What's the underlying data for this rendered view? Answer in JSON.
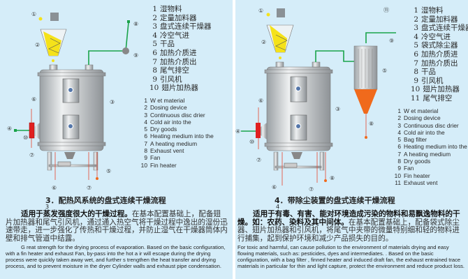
{
  "left": {
    "legend_cn": [
      {
        "n": "1",
        "t": "湿物料"
      },
      {
        "n": "2",
        "t": "定量加料器"
      },
      {
        "n": "3",
        "t": "盘式连续干燥器"
      },
      {
        "n": "4",
        "t": "冷空气进"
      },
      {
        "n": "5",
        "t": "干品"
      },
      {
        "n": "6",
        "t": "加热介质进"
      },
      {
        "n": "7",
        "t": "加热介质出"
      },
      {
        "n": "8",
        "t": "尾气排空"
      },
      {
        "n": "9",
        "t": "引风机"
      },
      {
        "n": "10",
        "t": "翅片加热器"
      }
    ],
    "legend_en": [
      {
        "n": "1",
        "t": "W et material"
      },
      {
        "n": "2",
        "t": "Dosing device"
      },
      {
        "n": "3",
        "t": "Continuous disc drier"
      },
      {
        "n": "4",
        "t": "Cold air into the"
      },
      {
        "n": "5",
        "t": "Dry goods"
      },
      {
        "n": "6",
        "t": "Heating medium into the"
      },
      {
        "n": "7",
        "t": "A heating medium"
      },
      {
        "n": "8",
        "t": "Exhaust vent"
      },
      {
        "n": "9",
        "t": "Fan"
      },
      {
        "n": "10",
        "t": "Fin heater"
      }
    ],
    "callouts": [
      "①",
      "②",
      "③",
      "④",
      "⑤",
      "⑥",
      "⑦",
      "⑧",
      "⑨",
      "⑩",
      "⑥",
      "⑦"
    ],
    "title": "3．配热风系统的盘式连续干燥流程",
    "subtitle": "3",
    "para_cn_bold": "适用于蒸发强度很大的干燥过程。",
    "para_cn": "在基本配置基础上，配备翅片加热器和尾气引风机，通过通入热空气将干燥过程中逸出的湿份迅速带走，进一步强化了传热和干燥过程，并防止湿气在干燥器筒体内壁和排气管道中结露。",
    "para_en": "G reat strength for the drying process  of evaporation. Based  on the basic configuration, with a fin heater and exhaust  Fan,  by-pass  into the hot a ir will escape during the drying process  were quickly taken away wet, and further s trengthen the heat transfer and drying process, and to prevent moisture in the dryer Cylinder walls and exhaust pipe condensation."
  },
  "right": {
    "legend_cn": [
      {
        "n": "1",
        "t": "湿物料"
      },
      {
        "n": "2",
        "t": "定量加料器"
      },
      {
        "n": "3",
        "t": "盘式连续干燥器"
      },
      {
        "n": "4",
        "t": "冷空气进"
      },
      {
        "n": "5",
        "t": "袋式除尘器"
      },
      {
        "n": "6",
        "t": "加热介质进"
      },
      {
        "n": "7",
        "t": "加热介质出"
      },
      {
        "n": "8",
        "t": "干品"
      },
      {
        "n": "9",
        "t": "引风机"
      },
      {
        "n": "10",
        "t": "翅片加热器"
      },
      {
        "n": "11",
        "t": "尾气排空"
      }
    ],
    "legend_en": [
      {
        "n": "1",
        "t": "W et material"
      },
      {
        "n": "2",
        "t": "Dosing device"
      },
      {
        "n": "3",
        "t": "Continuous disc drier"
      },
      {
        "n": "4",
        "t": "Cold air into the"
      },
      {
        "n": "5",
        "t": "Bag filter"
      },
      {
        "n": "6",
        "t": "Heating medium into the"
      },
      {
        "n": "7",
        "t": "A heating medium"
      },
      {
        "n": "8",
        "t": "Dry goods"
      },
      {
        "n": "9",
        "t": "Fan"
      },
      {
        "n": "10",
        "t": "Fin heater"
      },
      {
        "n": "11",
        "t": "Exhaust vent"
      }
    ],
    "callouts": [
      "①",
      "②",
      "③",
      "④",
      "⑤",
      "⑥",
      "⑦",
      "⑧",
      "⑨",
      "⑩",
      "⑪",
      "⑥",
      "⑦",
      "⑧"
    ],
    "title": "4．带除尘装置的盘式连续干燥流程",
    "subtitle": "4",
    "para_cn_bold": "适用于有毒、有害、能对环境造成污染的物料和易飘逸物料的干燥。如：农药、染料及其中间体。",
    "para_cn": "在基本配置基础上，配备袋式除尘器、翅片加热器和引风机，将尾气中夹带的微量特别细和轻的物料进行捕集，起到保护环境和减少产品损失的目的。",
    "para_en": "For toxic and harmful, can cause pollution to the environment of materials drying and easy flowing materials, such as: pesticides, dyes and intermediates. . Based on the basic configuration, with a bag filter  , finned heater and induced draft fan, the exhaust entrained trace materials in particular for thin and light capture, protect the environment and reduce product loss."
  },
  "colors": {
    "panel": "#d5edf9",
    "pipe": "#1aa34a",
    "heat": "#e8462f",
    "material": "#f5e21a",
    "dust": "#f06a1c",
    "vessel": "#c9cdd0"
  }
}
